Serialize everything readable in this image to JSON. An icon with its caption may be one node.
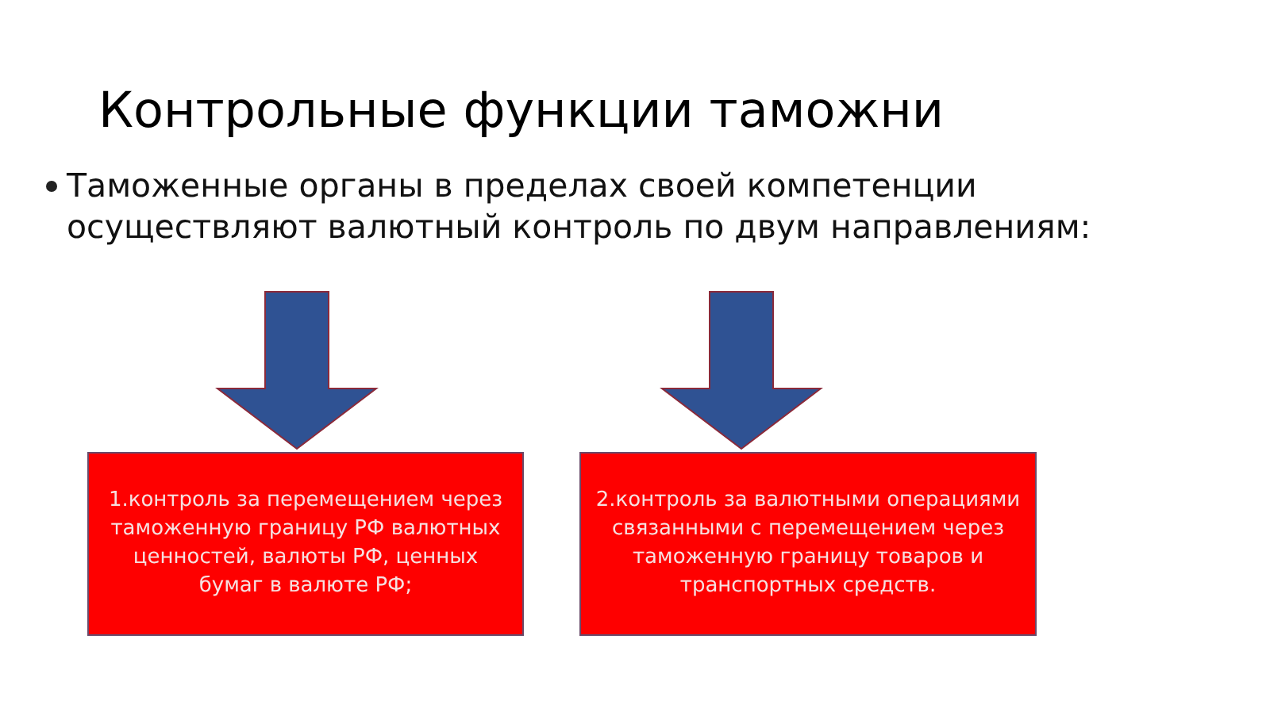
{
  "diagram": {
    "title": "Контрольные функции таможни",
    "nodes": [
      {
        "text": [
          "Таможенные органы в пределах своей компетенции осуществляют валютный контроль по двум направлениям:"
        ]
      },
      {
        "text": [
          "1.контроль за перемещением через таможенную границу РФ валютных ценностей, валюты РФ, ценных бумаг в валюте РФ;"
        ]
      },
      {
        "text": [
          "2.контроль за валютными операциями связанными с перемещением через таможенную границу товаров и транспортных средств."
        ]
      }
    ],
    "edges": [
      {
        "from": 0,
        "to": 1,
        "arrow": "to",
        "style": "thick"
      },
      {
        "from": 0,
        "to": 2,
        "arrow": "to",
        "style": "thick"
      }
    ]
  }
}
